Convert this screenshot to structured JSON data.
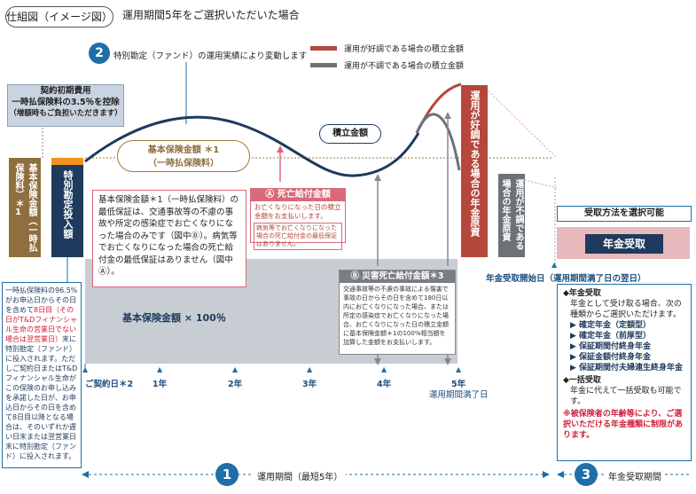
{
  "header": {
    "tag": "仕組図（イメージ図）",
    "title": "運用期間5年をご選択いただいた場合"
  },
  "legend": {
    "good": "運用が好調である場合の積立金額",
    "bad": "運用が不調である場合の積立金額",
    "good_color": "#b5473c",
    "bad_color": "#6e7275"
  },
  "step2": {
    "num": "2",
    "label": "特別勘定（ファンド）の運用実績により変動します"
  },
  "fee_box": {
    "title": "契約初期費用",
    "line1": "一時払保険料の3.5％を控除",
    "line2": "（増額時もご負担いただきます）"
  },
  "bars": {
    "left_brown": "基本保険金額（一時払保険料）＊1",
    "left_navy": "特別勘定投入額",
    "good_annuity": "運用が好調である場合の年金原資",
    "bad_annuity": "運用が不調である場合の年金原資"
  },
  "kihon_label": {
    "line1": "基本保険金額 ＊1",
    "line2": "（一時払保険料）"
  },
  "tsumitate_label": "積立金額",
  "guarantee_note": "基本保険金額＊1（一時払保険料）の最低保証は、交通事故等の不慮の事故や所定の感染症でお亡くなりになった場合のみです（図中Ⓑ）。病気等でお亡くなりになった場合の死亡給付金の最低保証はありません（図中Ⓐ）。",
  "death_a": {
    "title": "Ⓐ 死亡給付金額",
    "body": "お亡くなりになった日の積立金額をお支払いします。",
    "note": "病気等でお亡くなりになった場合の死亡給付金の最低保証はありません。"
  },
  "death_b": {
    "title": "Ⓑ 災害死亡給付金額＊3",
    "body": "交通事故等の不慮の事故による傷害で事故の日からその日を含めて180日以内にお亡くなりになった場合、または所定の感染症でお亡くなりになった場合、お亡くなりになった日の積立金額に基本保険金額＊1の100%相当額を加算した金額をお支払いします。"
  },
  "kihon_100": "基本保険金額 × 100％",
  "left_note": "一時払保険料の96.5%がお申込日からその日を含めて8日目（その日がT&Dフィナンシャル生命の営業日でない場合は翌営業日）末に特別勘定（ファンド）に投入されます。ただしご契約日またはT&Dフィナンシャル生命がこの保険のお申し込みを承諾した日が、お申込日からその日を含めて8日目以降となる場合は、そのいずれか遅い日末または翌営業日末に特別勘定（ファンド）に投入されます。",
  "left_note_red": "8日目（その日がT&Dフィナンシャル生命の営業日でない場合は翌営業日）",
  "axis": {
    "contract": "ご契約日＊2",
    "y1": "1年",
    "y2": "2年",
    "y3": "3年",
    "y4": "4年",
    "y5": "5年",
    "y5_sub": "運用期間満了日",
    "start": "年金受取開始日（運用期間満了日の翌日）"
  },
  "right_panel": {
    "choose": "受取方法を選択可能",
    "annuity": "年金受取",
    "h1": "◆年金受取",
    "d1": "年金として受け取る場合、次の種類からご選択いただけます。",
    "items": [
      "▶ 確定年金（定額型）",
      "▶ 確定年金（前厚型）",
      "▶ 保証期間付終身年金",
      "▶ 保証金額付終身年金",
      "▶ 保証期間付夫婦連生終身年金"
    ],
    "h2": "◆一括受取",
    "d2": "年金に代えて一括受取も可能です。",
    "warn": "※被保険者の年齢等により、ご選択いただける年金種類に制限があります。"
  },
  "bottom": {
    "num1": "1",
    "label1": "運用期間（最短5年）",
    "num3": "3",
    "label3": "年金受取期間"
  }
}
